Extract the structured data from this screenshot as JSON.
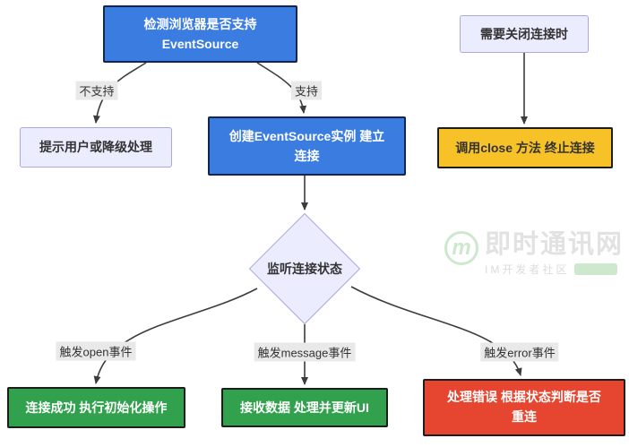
{
  "page": {
    "background": "#ffffff"
  },
  "colors": {
    "blue": "#3b7ce0",
    "blue_border": "#12264f",
    "green": "#32a14e",
    "red": "#e6452f",
    "yellow": "#f7c128",
    "dark_border": "#1d1d1d",
    "lav": "#ececff",
    "lav_border": "#a9a9e0",
    "line": "#3c3c3c",
    "label_bg": "#e9e9e9",
    "ink": "#333333",
    "wm_green": "#cde8cd",
    "wm_gray": "#e2e2e2",
    "wm_gray2": "#dcdcdc",
    "page_bg": "#ffffff"
  },
  "nodes": [
    {
      "id": "detect-support",
      "label": "检测浏览器是否支持\nEventSource",
      "type": "blue"
    },
    {
      "id": "need-close",
      "label": "需要关闭连接时",
      "type": "lavender"
    },
    {
      "id": "fallback",
      "label": "提示用户或降级处理",
      "type": "lavender"
    },
    {
      "id": "create-instance",
      "label": "创建EventSource实例 建立\n连接",
      "type": "blue"
    },
    {
      "id": "call-close",
      "label": "调用close 方法 终止连接",
      "type": "yellow"
    },
    {
      "id": "listen-state",
      "label": "监听连接状态",
      "type": "diamond"
    },
    {
      "id": "open-success",
      "label": "连接成功 执行初始化操作",
      "type": "green"
    },
    {
      "id": "receive-data",
      "label": "接收数据 处理并更新UI",
      "type": "green"
    },
    {
      "id": "handle-error",
      "label": "处理错误 根据状态判断是否\n重连",
      "type": "red"
    }
  ],
  "edge_labels": [
    {
      "text": "不支持"
    },
    {
      "text": "支持"
    },
    {
      "text": "触发open事件"
    },
    {
      "text": "触发message事件"
    },
    {
      "text": "触发error事件"
    }
  ],
  "watermark": {
    "logo_letter": "m",
    "title": "即时通讯网",
    "subtitle": "IM开发者社区"
  }
}
